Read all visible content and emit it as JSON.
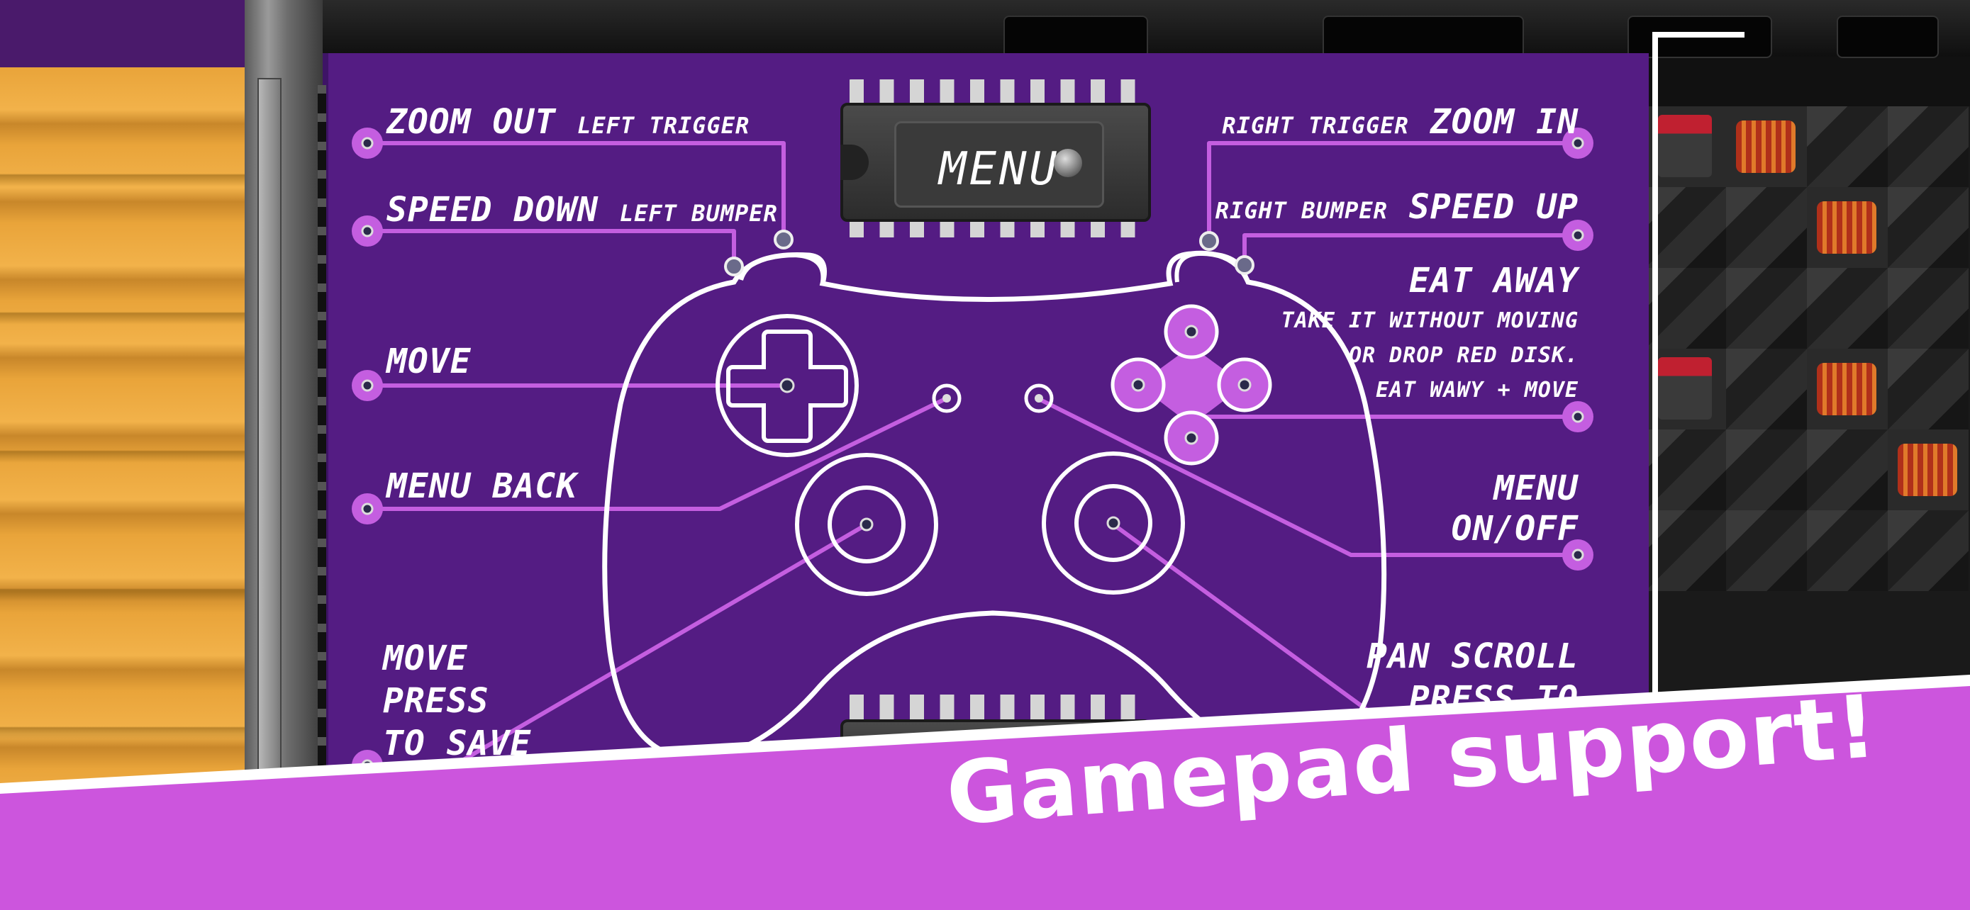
{
  "popup": {
    "chip_label": "MENU",
    "labels": {
      "zoom_out": "ZOOM OUT",
      "left_trigger": "LEFT TRIGGER",
      "speed_down": "SPEED DOWN",
      "left_bumper": "LEFT BUMPER",
      "move": "MOVE",
      "menu_back": "MENU BACK",
      "move_press_save": [
        "MOVE",
        "PRESS",
        "TO SAVE"
      ],
      "right_trigger": "RIGHT TRIGGER",
      "zoom_in": "ZOOM IN",
      "right_bumper": "RIGHT BUMPER",
      "speed_up": "SPEED UP",
      "eat_away": "EAT AWAY",
      "eat_away_desc": [
        "TAKE IT WITHOUT MOVING",
        "OR DROP RED DISK.",
        "EAT WAWY + MOVE"
      ],
      "menu_onoff": [
        "MENU",
        "ON/OFF"
      ],
      "pan_scroll": [
        "PAN SCROLL",
        "PRESS TO"
      ]
    }
  },
  "banner": {
    "text": "Gamepad support!"
  },
  "colors": {
    "popup_bg": "#541c83",
    "trace": "#c45ee0",
    "banner": "#cc55dd",
    "white": "#ffffff"
  }
}
